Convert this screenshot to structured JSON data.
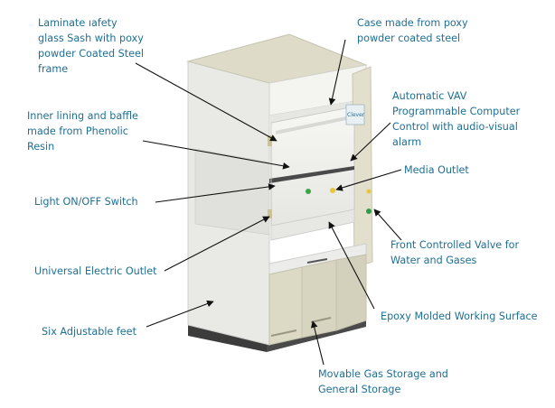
{
  "labels": {
    "sash": "Laminate ıafety\nglass Sash with poxy\npowder Coated Steel\nframe",
    "case": "Case made from poxy\npowder coated steel",
    "lining": "Inner lining and baffle\nmade from Phenolic\nResin",
    "vav": "Automatic VAV\nProgrammable Computer\nControl with audio-visual\nalarm",
    "media": "Media Outlet",
    "light": "Light ON/OFF Switch",
    "valve": "Front Controlled Valve for\nWater and Gases",
    "electric": "Universal Electric Outlet",
    "epoxy": "Epoxy Molded Working Surface",
    "feet": "Six Adjustable feet",
    "storage": "Movable Gas Storage and\nGeneral Storage"
  },
  "panel_brand": "Clever",
  "colors": {
    "label_text": "#1f6f93",
    "cabinet_body": "#efefec",
    "cabinet_side": "#d9d9d6",
    "storage_panel": "#dedbc8",
    "base_plinth": "#444444",
    "leader_line": "#111111"
  }
}
